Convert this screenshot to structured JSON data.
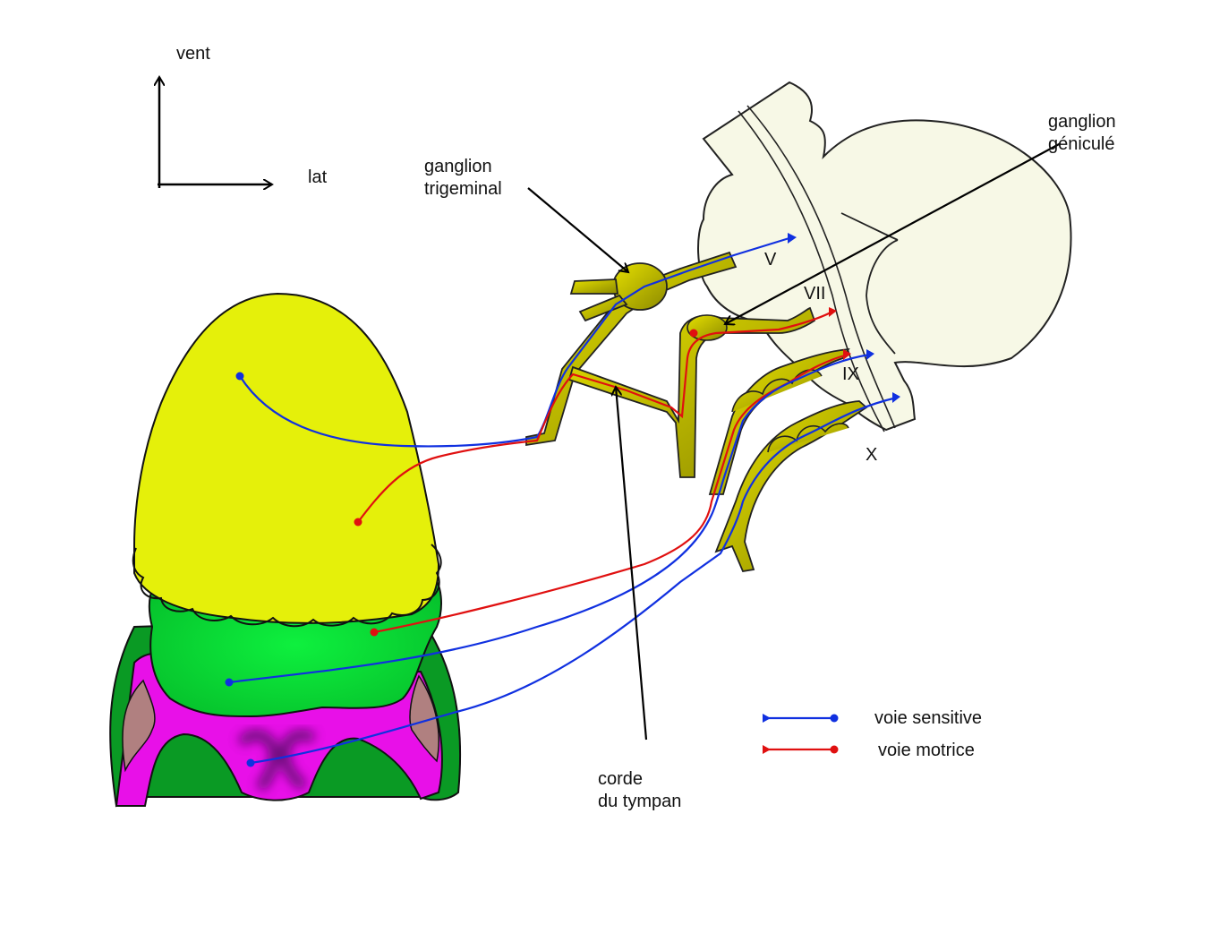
{
  "axes": {
    "ventral": "vent",
    "lateral": "lat"
  },
  "labels": {
    "trigeminal_ganglion": [
      "ganglion",
      "trigeminal"
    ],
    "geniculate_ganglion": [
      "ganglion",
      "géniculé"
    ],
    "chorda_tympani": [
      "corde",
      "du tympan"
    ]
  },
  "nerves": {
    "v": "V",
    "vii": "VII",
    "ix": "IX",
    "x": "X"
  },
  "legend": {
    "sensory": "voie sensitive",
    "motor": "voie motrice"
  },
  "colors": {
    "sensory": "#1030e0",
    "motor": "#e01010",
    "tongue_tip": "#e5f00a",
    "tongue_mid": "#0ee83a",
    "tongue_base": "#e810e8",
    "tonsil": "#b08080",
    "brainstem": "#f7f8e6",
    "nerve_fill": "#c9c400"
  }
}
